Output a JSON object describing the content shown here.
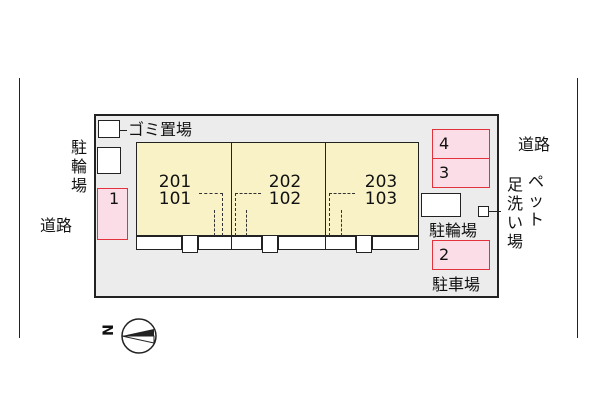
{
  "roads": {
    "left_label": "道路",
    "right_label": "道路"
  },
  "garbage": {
    "label": "ゴミ置場"
  },
  "bike_left": {
    "label": "駐輪場"
  },
  "bike_right": {
    "label": "駐輪場"
  },
  "pet_wash": {
    "label_col1": "足洗い場",
    "label_col2": "ペット"
  },
  "parking_lot_label": "駐車場",
  "units": [
    {
      "upper": "201",
      "lower": "101"
    },
    {
      "upper": "202",
      "lower": "102"
    },
    {
      "upper": "203",
      "lower": "103"
    }
  ],
  "parking_spaces": {
    "p1": "1",
    "p2": "2",
    "p3": "3",
    "p4": "4"
  },
  "compass": {
    "label": "N"
  },
  "colors": {
    "building": "#f9f2c7",
    "parking_fill": "#fadde6",
    "parking_border": "#e2323c",
    "lot": "#ececec"
  }
}
